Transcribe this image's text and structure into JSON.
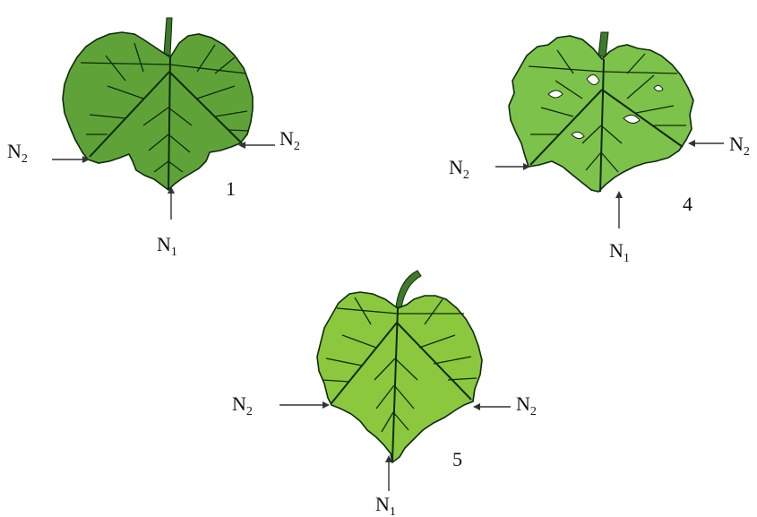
{
  "colors": {
    "leaf_1": "#5fa338",
    "leaf_4": "#7dc24a",
    "leaf_5": "#8bc83e",
    "edge": "#0e2a0c",
    "petiole": "#3f7a28",
    "arrow": "#333333"
  },
  "figures": [
    {
      "number": "1",
      "labels": {
        "n1": "N",
        "n1_sub": "1",
        "n2_left": "N",
        "n2_left_sub": "2",
        "n2_right": "N",
        "n2_right_sub": "2"
      }
    },
    {
      "number": "4",
      "labels": {
        "n1": "N",
        "n1_sub": "1",
        "n2_left": "N",
        "n2_left_sub": "2",
        "n2_right": "N",
        "n2_right_sub": "2"
      }
    },
    {
      "number": "5",
      "labels": {
        "n1": "N",
        "n1_sub": "1",
        "n2_left": "N",
        "n2_left_sub": "2",
        "n2_right": "N",
        "n2_right_sub": "2"
      }
    }
  ]
}
